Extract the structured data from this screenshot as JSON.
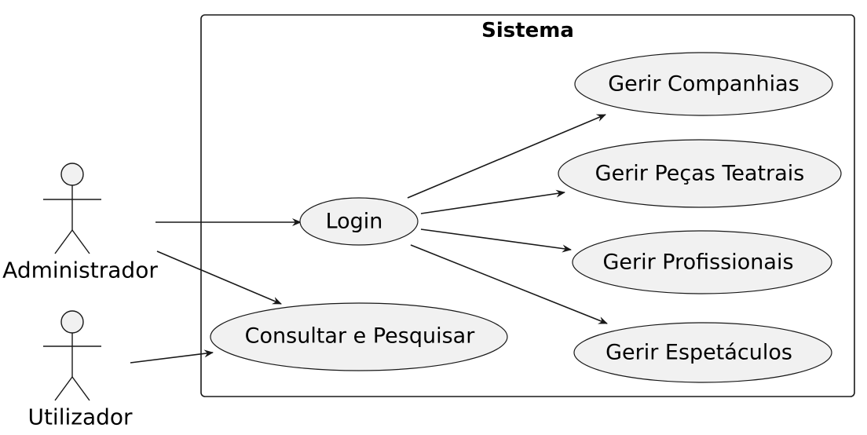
{
  "system": {
    "title": "Sistema"
  },
  "actors": [
    {
      "id": "admin",
      "label": "Administrador"
    },
    {
      "id": "user",
      "label": "Utilizador"
    }
  ],
  "usecases": [
    {
      "id": "companhias",
      "label": "Gerir Companhias"
    },
    {
      "id": "pecas",
      "label": "Gerir Peças Teatrais"
    },
    {
      "id": "login",
      "label": "Login"
    },
    {
      "id": "profissionais",
      "label": "Gerir Profissionais"
    },
    {
      "id": "consultar",
      "label": "Consultar e Pesquisar"
    },
    {
      "id": "espetaculos",
      "label": "Gerir Espetáculos"
    }
  ],
  "relations": [
    {
      "from": "admin",
      "to": "login"
    },
    {
      "from": "admin",
      "to": "consultar"
    },
    {
      "from": "user",
      "to": "consultar"
    },
    {
      "from": "login",
      "to": "companhias"
    },
    {
      "from": "login",
      "to": "pecas"
    },
    {
      "from": "login",
      "to": "profissionais"
    },
    {
      "from": "login",
      "to": "espetaculos"
    }
  ],
  "colors": {
    "fill": "#f1f1f1",
    "stroke": "#181818",
    "arrow": "#181818",
    "background": "#ffffff"
  }
}
